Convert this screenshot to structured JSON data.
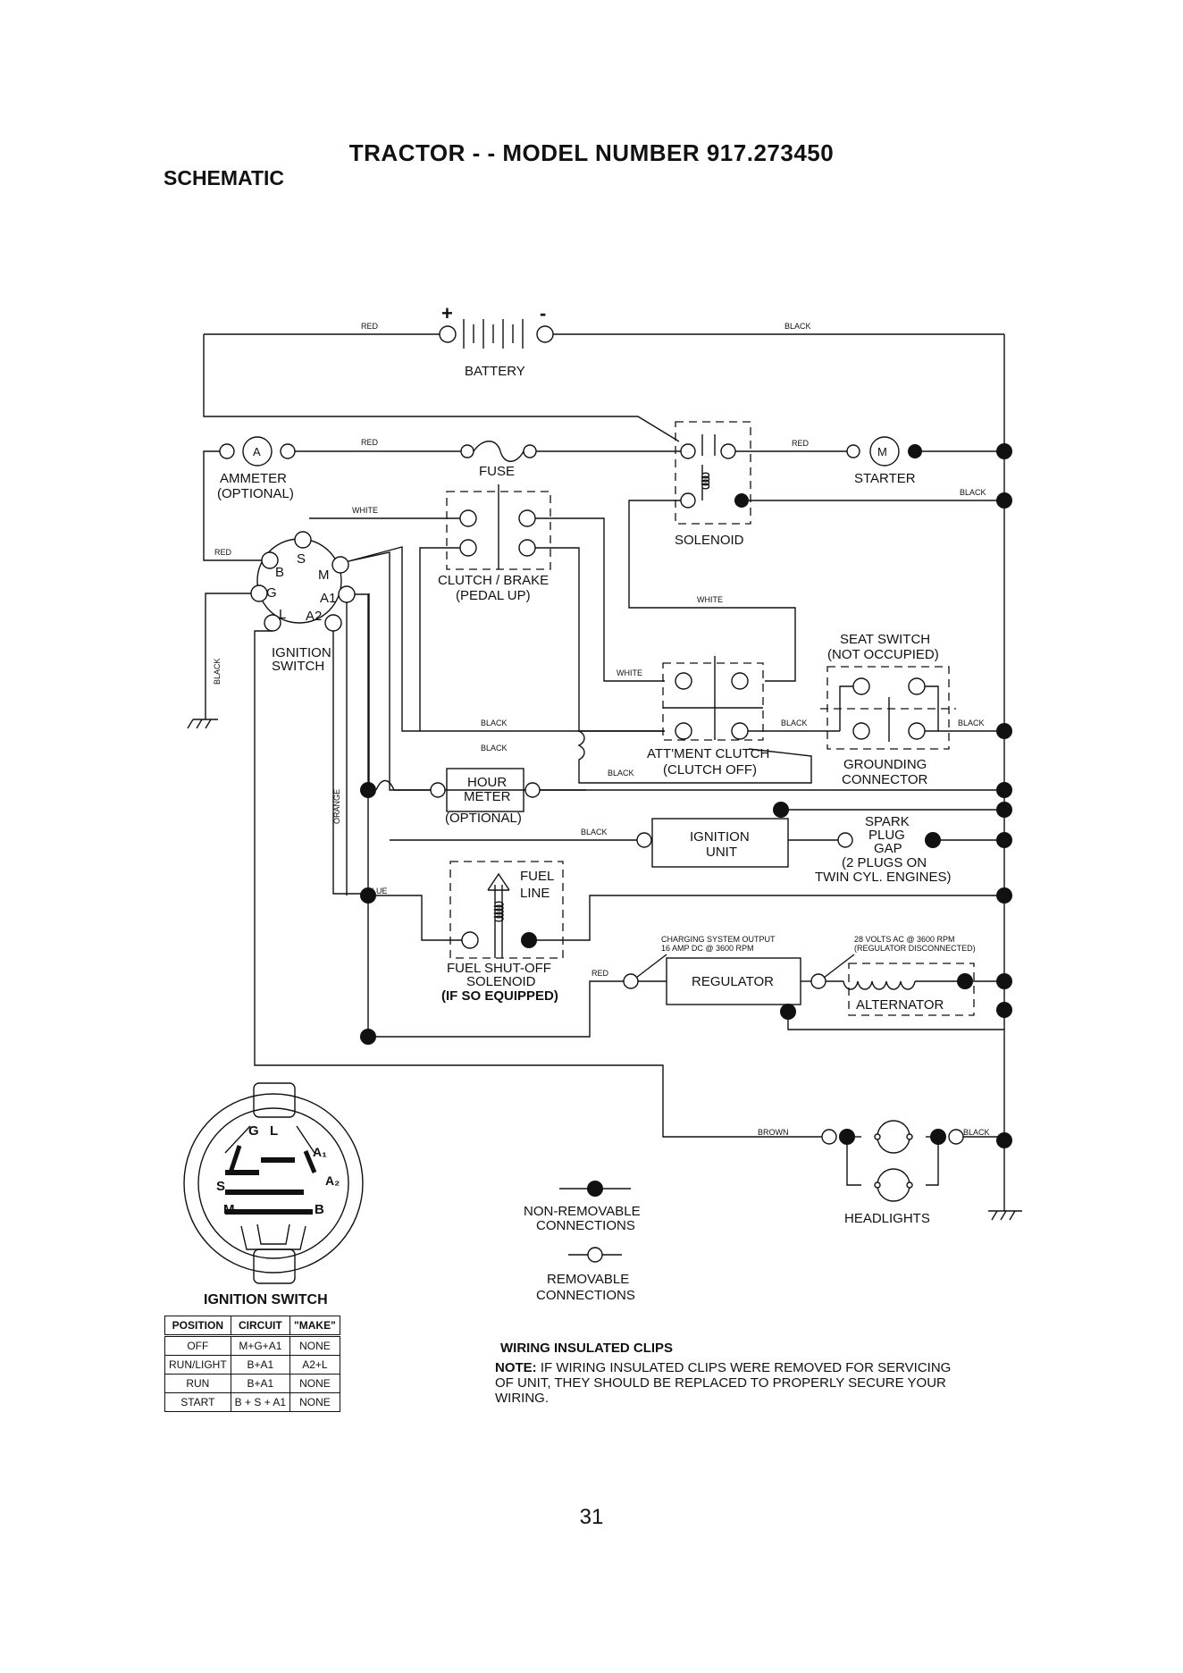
{
  "header": {
    "title": "TRACTOR - - MODEL NUMBER 917.273450",
    "section": "SCHEMATIC"
  },
  "components": {
    "battery": "BATTERY",
    "ammeter": "AMMETER",
    "ammeter_note": "(OPTIONAL)",
    "ammeter_symbol": "A",
    "fuse": "FUSE",
    "solenoid": "SOLENOID",
    "starter": "STARTER",
    "starter_symbol": "M",
    "clutch_brake": "CLUTCH / BRAKE",
    "clutch_brake_note": "(PEDAL UP)",
    "ignition_switch": "IGNITION",
    "ignition_switch_2": "SWITCH",
    "seat_switch": "SEAT SWITCH",
    "seat_switch_note": "(NOT OCCUPIED)",
    "attment_clutch": "ATT'MENT CLUTCH",
    "attment_clutch_note": "(CLUTCH OFF)",
    "grounding_connector": "GROUNDING",
    "grounding_connector_2": "CONNECTOR",
    "hour_meter": "HOUR",
    "hour_meter_2": "METER",
    "hour_meter_note": "(OPTIONAL)",
    "ignition_unit": "IGNITION",
    "ignition_unit_2": "UNIT",
    "spark_plug": "SPARK",
    "spark_plug_2": "PLUG",
    "spark_plug_3": "GAP",
    "spark_plug_note": "(2 PLUGS ON",
    "spark_plug_note_2": "TWIN CYL. ENGINES)",
    "fuel_line": "FUEL",
    "fuel_line_2": "LINE",
    "fuel_solenoid": "FUEL SHUT-OFF",
    "fuel_solenoid_2": "SOLENOID",
    "fuel_solenoid_note": "(IF SO EQUIPPED)",
    "regulator": "REGULATOR",
    "alternator": "ALTERNATOR",
    "charging_output": "CHARGING SYSTEM OUTPUT",
    "charging_output_2": "16 AMP DC @ 3600 RPM",
    "alt_output": "28 VOLTS AC @ 3600 RPM",
    "alt_output_2": "(REGULATOR DISCONNECTED)",
    "headlights": "HEADLIGHTS"
  },
  "terminals": {
    "b": "B",
    "s": "S",
    "m": "M",
    "g": "G",
    "a1": "A1",
    "l": "L",
    "a2": "A2"
  },
  "wires": {
    "red": "RED",
    "black": "BLACK",
    "white": "WHITE",
    "orange": "ORANGE",
    "blue": "BLUE",
    "brown": "BROWN"
  },
  "legend": {
    "non_removable": "NON-REMOVABLE",
    "non_removable_2": "CONNECTIONS",
    "removable": "REMOVABLE",
    "removable_2": "CONNECTIONS"
  },
  "ignition_diagram": {
    "title": "IGNITION SWITCH",
    "g": "G",
    "l": "L",
    "a1": "A₁",
    "a2": "A₂",
    "s": "S",
    "m": "M",
    "b": "B"
  },
  "ignition_table": {
    "headers": [
      "POSITION",
      "CIRCUIT",
      "\"MAKE\""
    ],
    "rows": [
      [
        "OFF",
        "M+G+A1",
        "NONE"
      ],
      [
        "RUN/LIGHT",
        "B+A1",
        "A2+L"
      ],
      [
        "RUN",
        "B+A1",
        "NONE"
      ],
      [
        "START",
        "B + S + A1",
        "NONE"
      ]
    ]
  },
  "clips": {
    "heading": "WIRING INSULATED CLIPS",
    "note_label": "NOTE:",
    "note": "IF WIRING INSULATED CLIPS WERE REMOVED FOR SERVICING OF UNIT, THEY SHOULD BE REPLACED TO PROPERLY SECURE YOUR WIRING."
  },
  "page_number": "31"
}
